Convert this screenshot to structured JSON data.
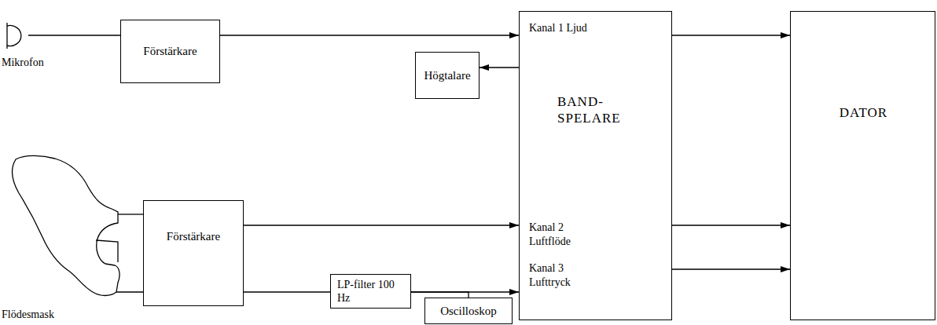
{
  "diagram": {
    "nodes": [
      {
        "text": [
          "Förstärkare"
        ]
      },
      {
        "text": [
          "Högtalare"
        ]
      },
      {
        "text": [
          "Kanal 1 Ljud",
          "BAND- SPELARE",
          "Kanal 2 Luftflöde",
          "Kanal 3 Lufttryck"
        ]
      },
      {
        "text": [
          "DATOR"
        ]
      },
      {
        "text": [
          "Förstärkare"
        ]
      },
      {
        "text": [
          "LP-filter 100 Hz"
        ]
      },
      {
        "text": [
          "Oscilloskop"
        ]
      }
    ],
    "edges": [
      {
        "from": 0,
        "to": 2,
        "arrow": "to"
      },
      {
        "from": 2,
        "to": 1,
        "arrow": "to"
      },
      {
        "from": 2,
        "to": 3,
        "arrow": "to"
      },
      {
        "from": 4,
        "to": 2,
        "arrow": "to"
      },
      {
        "from": 2,
        "to": 3,
        "arrow": "to"
      },
      {
        "from": 4,
        "to": 5,
        "arrow": "none"
      },
      {
        "from": 5,
        "to": 2,
        "arrow": "to"
      },
      {
        "from": 2,
        "to": 3,
        "arrow": "to"
      },
      {
        "from": 5,
        "to": 6,
        "arrow": "none"
      }
    ],
    "labels": [
      "Mikrofon",
      "Flödesmask"
    ]
  }
}
